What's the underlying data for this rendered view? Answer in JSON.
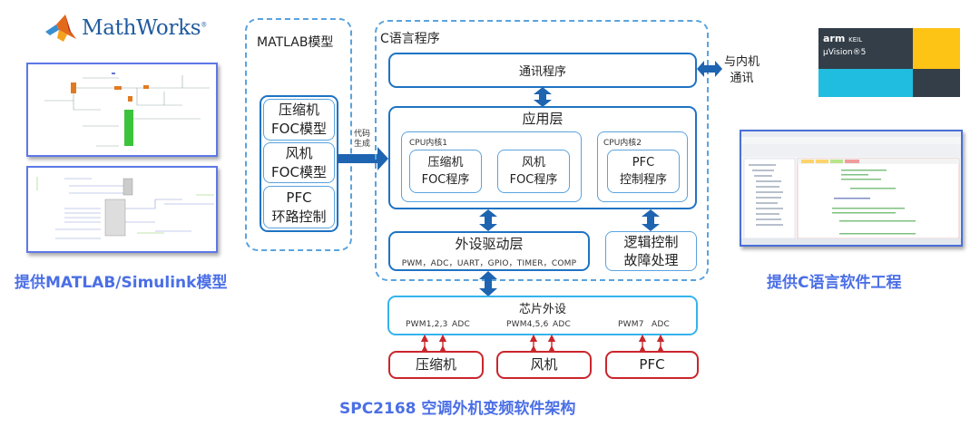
{
  "left": {
    "logo_text": "MathWorks",
    "logo_reg": "®",
    "caption": "提供MATLAB/Simulink模型"
  },
  "matlab_frame": {
    "title": "MATLAB模型",
    "models": [
      {
        "line1": "压缩机",
        "line2": "FOC模型"
      },
      {
        "line1": "风机",
        "line2": "FOC模型"
      },
      {
        "line1": "PFC",
        "line2": "环路控制"
      }
    ],
    "codegen_label_1": "代码",
    "codegen_label_2": "生成"
  },
  "c_frame": {
    "title": "C语言程序",
    "comm": "通讯程序",
    "external_comm_1": "与内机",
    "external_comm_2": "通讯",
    "app_layer": {
      "title": "应用层",
      "core1": {
        "label": "CPU内核1",
        "items": [
          {
            "line1": "压缩机",
            "line2": "FOC程序"
          },
          {
            "line1": "风机",
            "line2": "FOC程序"
          }
        ]
      },
      "core2": {
        "label": "CPU内核2",
        "items": [
          {
            "line1": "PFC",
            "line2": "控制程序"
          }
        ]
      }
    },
    "driver_layer": {
      "title": "外设驱动层",
      "subtitle": "PWM，ADC，UART，GPIO，TIMER，COMP"
    },
    "logic": {
      "line1": "逻辑控制",
      "line2": "故障处理"
    }
  },
  "chip": {
    "title": "芯片外设",
    "groups": [
      {
        "pwm": "PWM1,2,3",
        "adc": "ADC",
        "target": "压缩机"
      },
      {
        "pwm": "PWM4,5,6",
        "adc": "ADC",
        "target": "风机"
      },
      {
        "pwm": "PWM7",
        "adc": "ADC",
        "target": "PFC"
      }
    ]
  },
  "footer": {
    "title": "SPC2168 空调外机变频软件架构"
  },
  "right": {
    "keil_brand": "arm",
    "keil_sub": "KEIL",
    "keil_product": "µVision®5",
    "caption": "提供C语言软件工程"
  },
  "colors": {
    "primary_blue": "#1f73c3",
    "light_blue": "#5aa3de",
    "cyan": "#36b3ec",
    "red": "#c9262c",
    "caption_blue": "#4b6fe6",
    "keil_dark": "#333e48",
    "keil_yellow": "#fdc315",
    "keil_cyan": "#21bde0"
  }
}
